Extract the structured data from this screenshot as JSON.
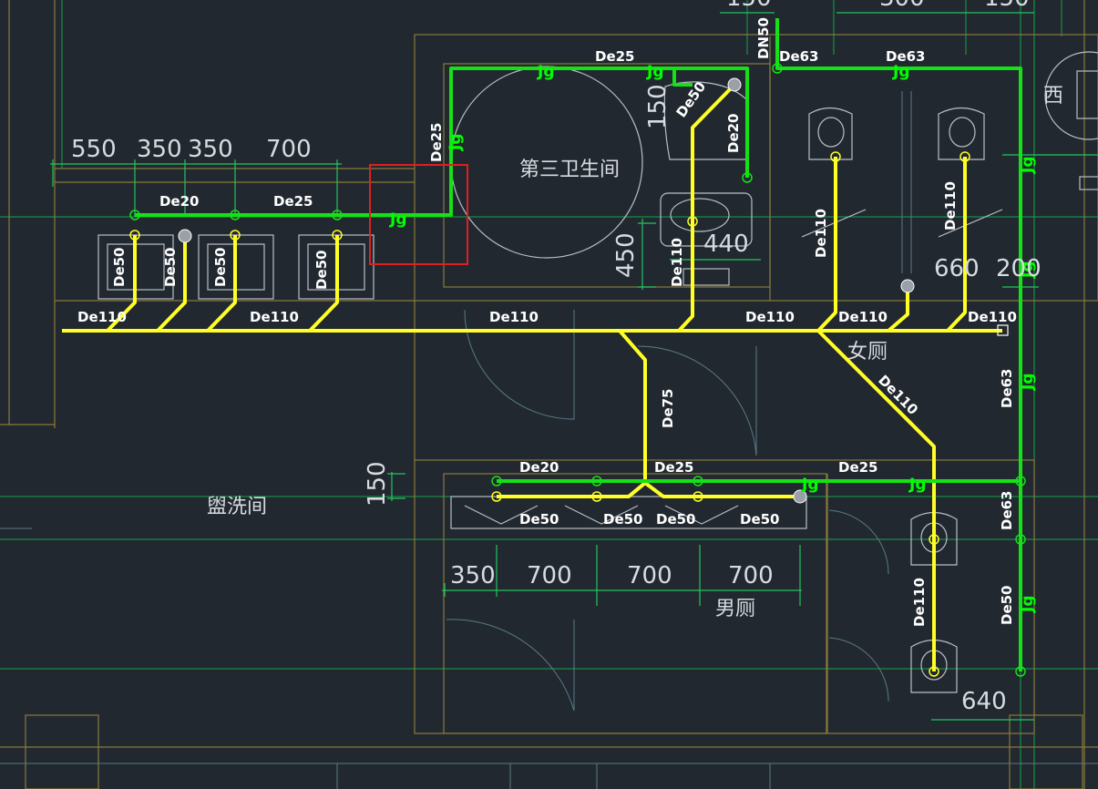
{
  "rooms": {
    "third_toilet": "第三卫生间",
    "washroom": "盥洗间",
    "women": "女厕",
    "men": "男厕",
    "west": "西"
  },
  "pipe_labels": {
    "de20_a": "De20",
    "de25_a": "De25",
    "de25_b": "De25",
    "de25_top": "De25",
    "de63_a": "De63",
    "de63_b": "De63",
    "dn50": "DN50",
    "de50_a": "De50",
    "de50_b": "De50",
    "de50_c": "De50",
    "de50_d": "De50",
    "de50_e": "De50",
    "de20_b": "De20",
    "de110_a": "De110",
    "de110_b": "De110",
    "de110_c": "De110",
    "de110_d": "De110",
    "de110_e": "De110",
    "de110_f": "De110",
    "de110_g": "De110",
    "de110_h": "De110",
    "de110_diag": "De110",
    "de110_i": "De110",
    "de110_j": "De110",
    "de75": "De75",
    "de63_r1": "De63",
    "de63_r2": "De63",
    "de50_r": "De50",
    "de20_m": "De20",
    "de25_m1": "De25",
    "de25_m2": "De25",
    "de50_m1": "De50",
    "de50_m2": "De50",
    "de50_m3": "De50",
    "de50_m4": "De50"
  },
  "jg_marks": {
    "j1": "Jg",
    "j2": "Jg",
    "j3": "Jg",
    "j4": "Jg",
    "j5": "Jg",
    "j6": "Jg",
    "j7": "Jg",
    "j8": "Jg",
    "j9": "Jg",
    "j10": "Jg",
    "j11": "Jg"
  },
  "dimensions": {
    "d550": "550",
    "d350a": "350",
    "d350b": "350",
    "d700a": "700",
    "d150v": "150",
    "d450": "450",
    "d440": "440",
    "d660": "660",
    "d200": "200",
    "d150m": "150",
    "d350m": "350",
    "d700m1": "700",
    "d700m2": "700",
    "d700m3": "700",
    "d640": "640",
    "top150": "150",
    "top300": "300",
    "top150b": "150"
  },
  "colors": {
    "background": "#212830",
    "drain_pipe": "#ffff26",
    "water_pipe": "#16e016",
    "highlight_box": "#e02020"
  }
}
